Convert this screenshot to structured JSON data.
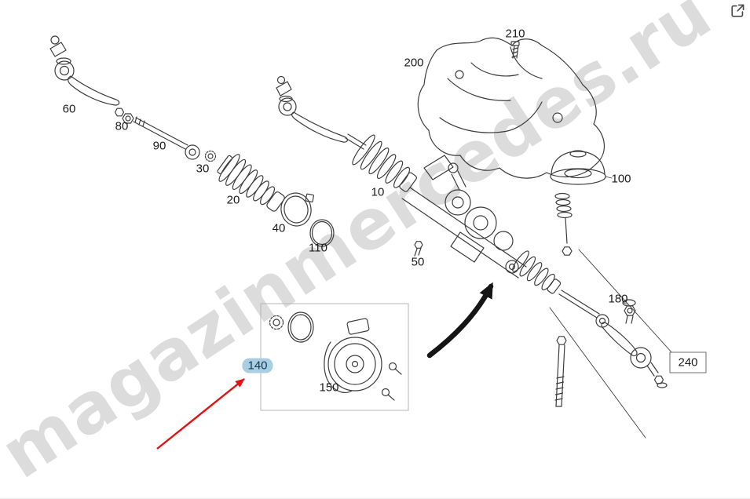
{
  "diagram": {
    "title": "steering-gear-parts-diagram",
    "watermark": "magazinmercedes.ru",
    "watermark_color": "#dcdcdc",
    "background": "#ffffff",
    "line_color": "#3c3c3c"
  },
  "labels": [
    {
      "text": "60"
    },
    {
      "text": "80"
    },
    {
      "text": "90"
    },
    {
      "text": "30"
    },
    {
      "text": "20"
    },
    {
      "text": "40"
    },
    {
      "text": "110"
    },
    {
      "text": "10"
    },
    {
      "text": "50"
    },
    {
      "text": "200"
    },
    {
      "text": "210"
    },
    {
      "text": "100"
    },
    {
      "text": "140",
      "selected": true
    },
    {
      "text": "150"
    },
    {
      "text": "180"
    },
    {
      "text": "240",
      "boxed": true
    }
  ],
  "selection": {
    "selected_part": "140",
    "highlight_color": "#a9cde2"
  },
  "arrows": {
    "pointer_color": "#e01212",
    "reference_color": "#151515"
  },
  "icons": {
    "external_link": "open-in-new-window"
  }
}
